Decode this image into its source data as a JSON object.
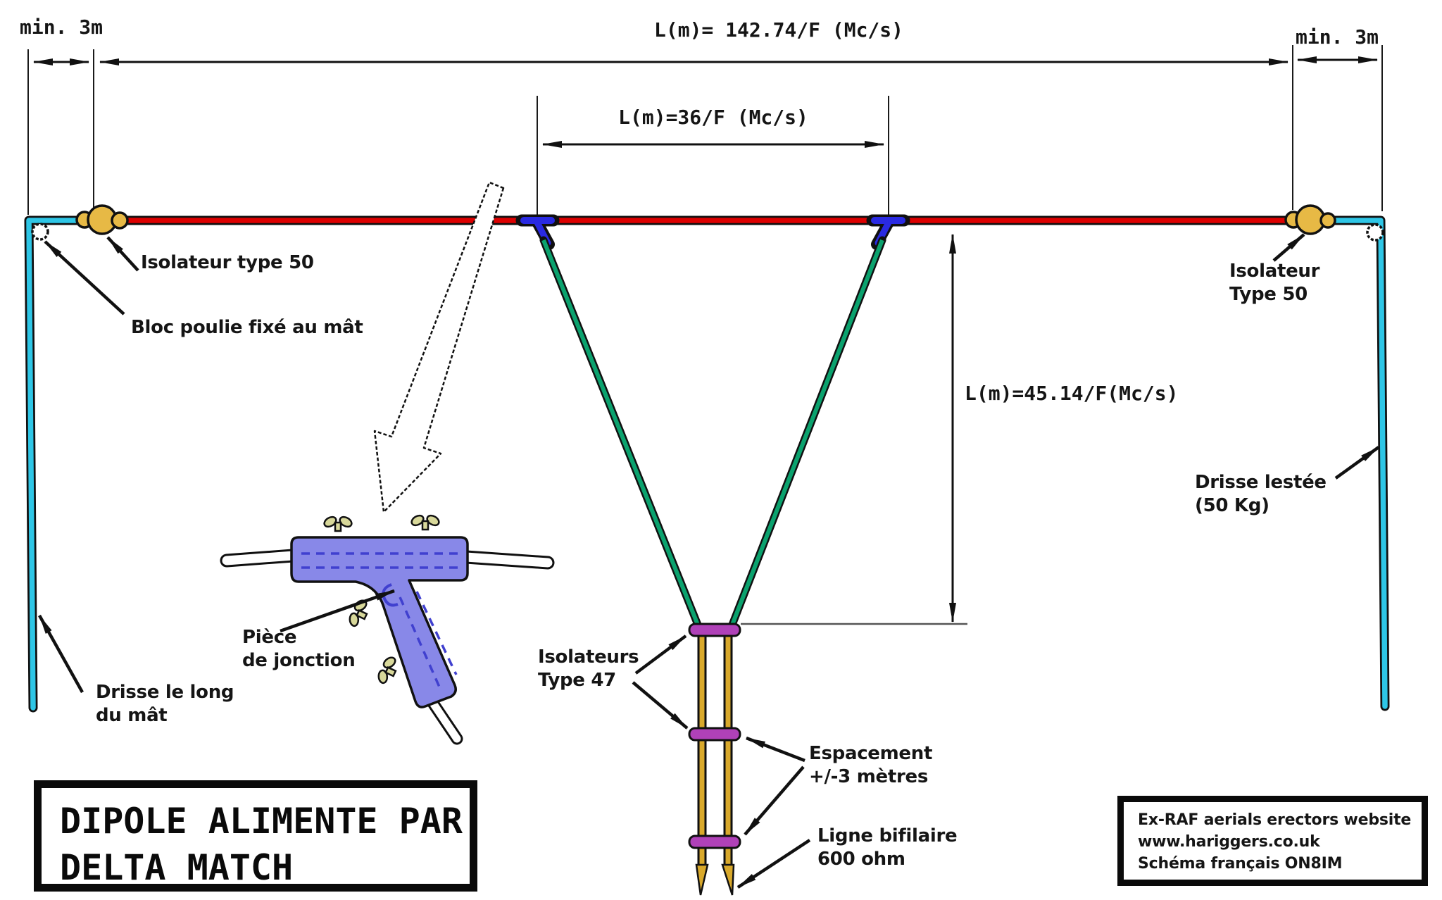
{
  "dimensions": {
    "min_left": "min. 3m",
    "min_right": "min. 3m",
    "total_length": "L(m)= 142.74/F (Mc/s)",
    "delta_width": "L(m)=36/F (Mc/s)",
    "delta_height": "L(m)=45.14/F(Mc/s)"
  },
  "labels": {
    "isolateur_left": "Isolateur type 50",
    "bloc_poulie": "Bloc poulie fixé au mât",
    "isolateur_right_line1": "Isolateur",
    "isolateur_right_line2": "Type 50",
    "drisse_lestee_line1": "Drisse lestée",
    "drisse_lestee_line2": "(50 Kg)",
    "drisse_mat_line1": "Drisse le long",
    "drisse_mat_line2": "du mât",
    "piece_jonction_line1": "Pièce",
    "piece_jonction_line2": "de jonction",
    "isolateurs_47_line1": "Isolateurs",
    "isolateurs_47_line2": "Type 47",
    "espacement_line1": "Espacement",
    "espacement_line2": "+/-3 mètres",
    "ligne_bifilaire_line1": "Ligne bifilaire",
    "ligne_bifilaire_line2": "600 ohm"
  },
  "title_box": {
    "line1": "DIPOLE ALIMENTE PAR",
    "line2": "DELTA MATCH"
  },
  "credit_box": {
    "line1": "Ex-RAF aerials erectors website",
    "line2": "www.hariggers.co.uk",
    "line3": "Schéma français ON8IM"
  },
  "colors": {
    "wire_red": "#dd0000",
    "rope_cyan": "#2ec6e6",
    "delta_green": "#0ba26e",
    "ladder_yellow": "#d9a92b",
    "spacer_purple": "#b041b8",
    "insulator_gold": "#e7b945",
    "connector_blue": "#2a2ae2",
    "junction_violet": "#8888e8"
  }
}
